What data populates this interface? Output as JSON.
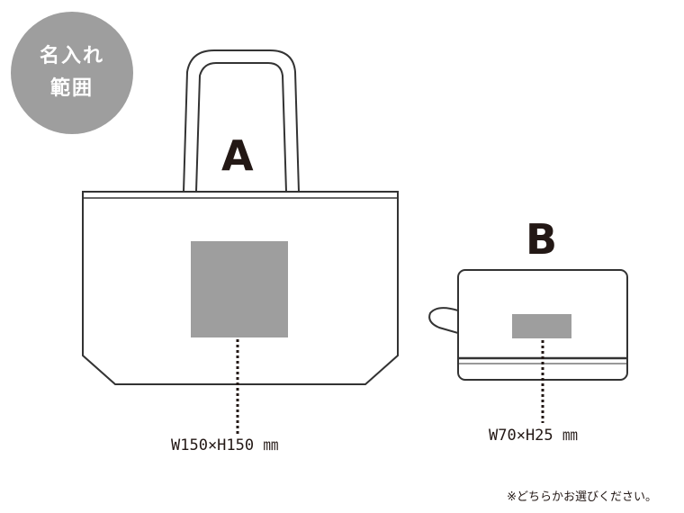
{
  "badge": {
    "line1": "名入れ",
    "line2": "範囲"
  },
  "option_a": {
    "label": "A",
    "dimensions": "W150×H150 ㎜"
  },
  "option_b": {
    "label": "B",
    "dimensions": "W70×H25 ㎜"
  },
  "note": "※どちらかお選びください。",
  "colors": {
    "badge": "#9e9e9e",
    "print_area": "#9e9e9e",
    "outline": "#333333"
  }
}
